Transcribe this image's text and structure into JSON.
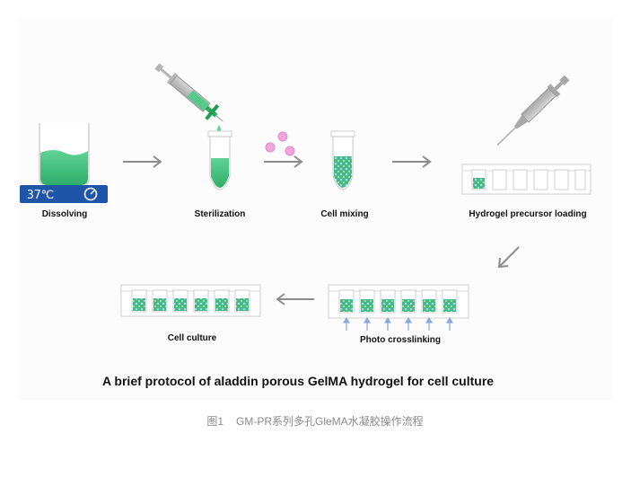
{
  "diagram": {
    "title": "A brief protocol of aladdin porous GelMA hydrogel for cell culture",
    "steps": {
      "dissolving": "Dissolving",
      "sterilization": "Sterilization",
      "cell_mixing": "Cell mixing",
      "precursor_loading": "Hydrogel precursor loading",
      "photo_crosslinking": "Photo crosslinking",
      "cell_culture": "Cell culture"
    },
    "hotplate_display": "37℃"
  },
  "caption": {
    "figure_label": "图1",
    "text": "GM-PR系列多孔GleMA水凝胶操作流程"
  },
  "colors": {
    "hydrogel_green": "#3dbd7a",
    "arrow_gray": "#8c8c8c",
    "hotplate_blue": "#1f55a8",
    "uv_arrow_blue": "#8aa8d8",
    "cell_pink": "#e48ad0"
  }
}
